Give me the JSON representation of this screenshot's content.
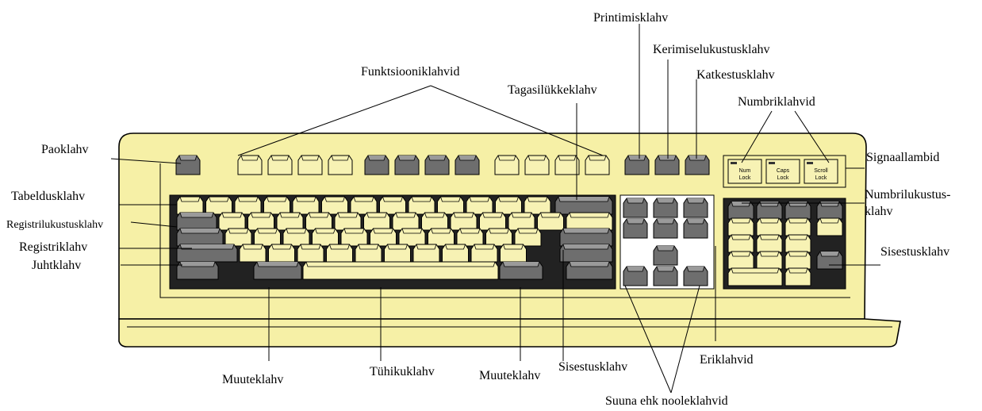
{
  "diagram": {
    "colors": {
      "case_fill": "#f6f0a6",
      "key_light": "#f7f2b4",
      "key_dark": "#6e6e6e",
      "outline": "#000000"
    },
    "keyboard_icon": "keyboard-illustration",
    "labels": {
      "escape_key": "Paoklahv",
      "tab_key": "Tabeldusklahv",
      "caps_lock_key": "Registrilukustusklahv",
      "shift_key": "Registriklahv",
      "ctrl_key": "Juhtklahv",
      "function_keys": "Funktsiooniklahvid",
      "backspace_key": "Tagasilükkeklahv",
      "print_screen_key": "Printimisklahv",
      "scroll_lock_key": "Kerimiselukustusklahv",
      "pause_break_key": "Katkestusklahv",
      "numeric_keys": "Numbriklahvid",
      "indicator_lights": "Signaallambid",
      "num_lock_key_line1": "Numbrilukustus-",
      "num_lock_key_line2": "klahv",
      "numpad_enter_key": "Sisestusklahv",
      "alt_key_left": "Muuteklahv",
      "space_bar": "Tühikuklahv",
      "alt_key_right": "Muuteklahv",
      "enter_key": "Sisestusklahv",
      "special_keys": "Eriklahvid",
      "arrow_keys": "Suuna ehk nooleklahvid"
    },
    "indicator_texts": [
      {
        "line1": "Num",
        "line2": "Lock"
      },
      {
        "line1": "Caps",
        "line2": "Lock"
      },
      {
        "line1": "Scroll",
        "line2": "Lock"
      }
    ]
  }
}
